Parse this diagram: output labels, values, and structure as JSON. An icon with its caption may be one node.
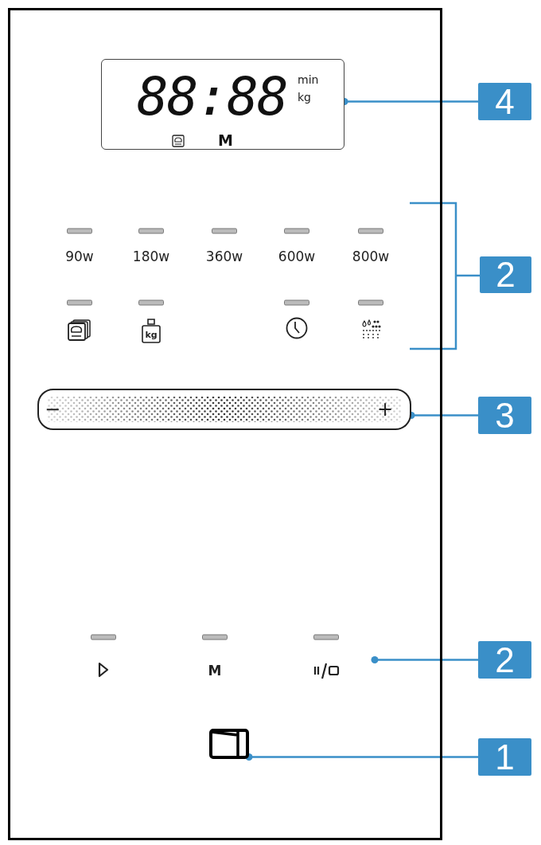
{
  "diagram": {
    "nodes": [
      {
        "text": [],
        "shape": "box"
      },
      {
        "text": [
          "88:88",
          "min",
          "kg",
          "M"
        ],
        "in": 0
      },
      {
        "text": [
          "4"
        ]
      },
      {
        "text": [
          "2"
        ]
      },
      {
        "text": [],
        "shape": "bar",
        "in": 0
      },
      {
        "text": [
          "3"
        ]
      },
      {
        "text": [
          "2"
        ]
      },
      {
        "text": [],
        "shape": "box",
        "in": 0
      },
      {
        "text": [
          "1"
        ]
      }
    ],
    "edges": [
      {
        "from": 2,
        "to": 1,
        "arrow": "other"
      },
      {
        "from": 5,
        "to": 4,
        "arrow": "other"
      },
      {
        "from": 6,
        "to": null,
        "arrow": "other"
      },
      {
        "from": 8,
        "to": 7,
        "arrow": "other"
      }
    ],
    "labels": [
      "90w",
      "180w",
      "360w",
      "600w",
      "800w",
      "kg",
      "−",
      "+",
      "M"
    ]
  }
}
